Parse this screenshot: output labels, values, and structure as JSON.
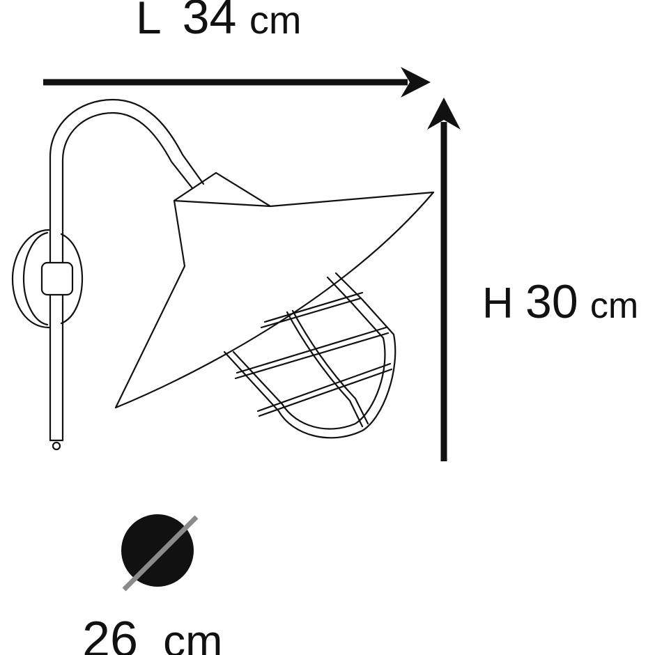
{
  "dimensions": {
    "length": {
      "prefix": "L",
      "value": "34",
      "unit": "cm"
    },
    "height": {
      "prefix": "H",
      "value": "30",
      "unit": "cm"
    },
    "diameter": {
      "value": "26",
      "unit": "cm"
    }
  },
  "colors": {
    "line": "#111111",
    "diameter_slash": "#8a8a8a",
    "background": "#ffffff"
  },
  "icons": {
    "lamp": "wall-lantern-drawing",
    "diameter": "diameter-symbol"
  }
}
